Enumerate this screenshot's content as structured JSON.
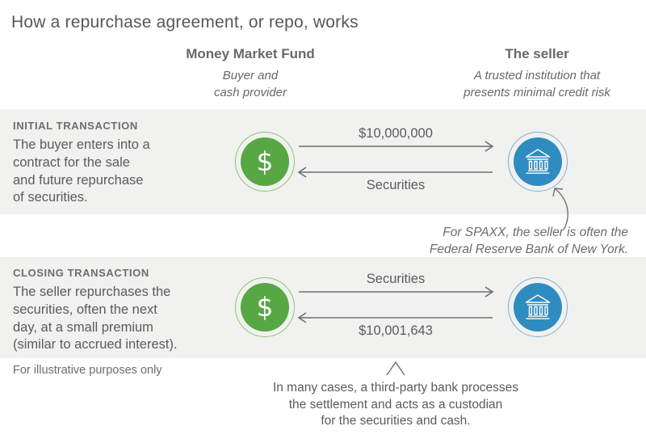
{
  "title": "How a repurchase agreement, or repo, works",
  "columns": {
    "buyer": {
      "name": "Money Market Fund",
      "subtitle": "Buyer and\ncash provider"
    },
    "seller": {
      "name": "The seller",
      "subtitle": "A trusted institution that\npresents minimal credit risk"
    }
  },
  "rows": [
    {
      "heading": "INITIAL TRANSACTION",
      "description": "The buyer enters into a\ncontract for the sale\nand future repurchase\nof securities.",
      "arrows": {
        "to_seller_label": "$10,000,000",
        "to_buyer_label": "Securities"
      }
    },
    {
      "heading": "CLOSING TRANSACTION",
      "description": "The seller repurchases the\nsecurities, often the next\nday, at a small premium\n(similar to accrued interest).",
      "arrows": {
        "to_seller_label": "Securities",
        "to_buyer_label": "$10,001,643"
      }
    }
  ],
  "icons": {
    "buyer": "dollar-circle-icon",
    "seller": "bank-circle-icon",
    "dollar_glyph": "$"
  },
  "notes": {
    "spaxx": "For SPAXX, the seller is often the\nFederal Reserve Bank of New York.",
    "disclaimer": "For illustrative purposes only",
    "custodian": "In many cases, a third-party bank processes\nthe settlement and acts as a custodian\nfor the securities and cash."
  },
  "colors": {
    "band_background": "#f1f1ef",
    "buyer_green": "#57a845",
    "seller_blue": "#2f8cc0",
    "text_gray": "#595b5e",
    "arrow_gray": "#6d6f71"
  }
}
